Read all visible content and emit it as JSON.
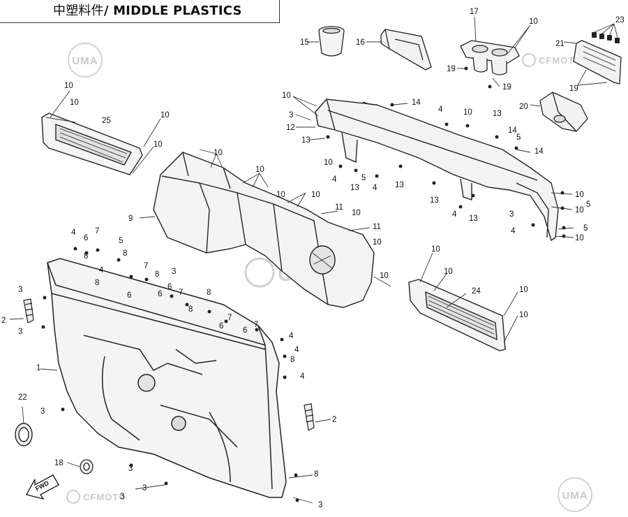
{
  "header": {
    "title_cn": "中塑料件",
    "title_sep": "/ ",
    "title_en": "MIDDLE PLASTICS"
  },
  "watermarks": {
    "uma": "UMA",
    "cfmoto": "CFMOTO",
    "center": "CFMOTO"
  },
  "labels": {
    "fwd": "FWD"
  },
  "colors": {
    "line": "#222222",
    "part_fill": "#f4f4f4",
    "part_shade": "#d9d9d9",
    "watermark": "#c8c8c8"
  },
  "callouts": [
    "1",
    "2",
    "3",
    "4",
    "5",
    "6",
    "7",
    "8",
    "9",
    "10",
    "11",
    "12",
    "13",
    "14",
    "15",
    "16",
    "17",
    "18",
    "19",
    "20",
    "21",
    "22",
    "23",
    "24",
    "25"
  ]
}
